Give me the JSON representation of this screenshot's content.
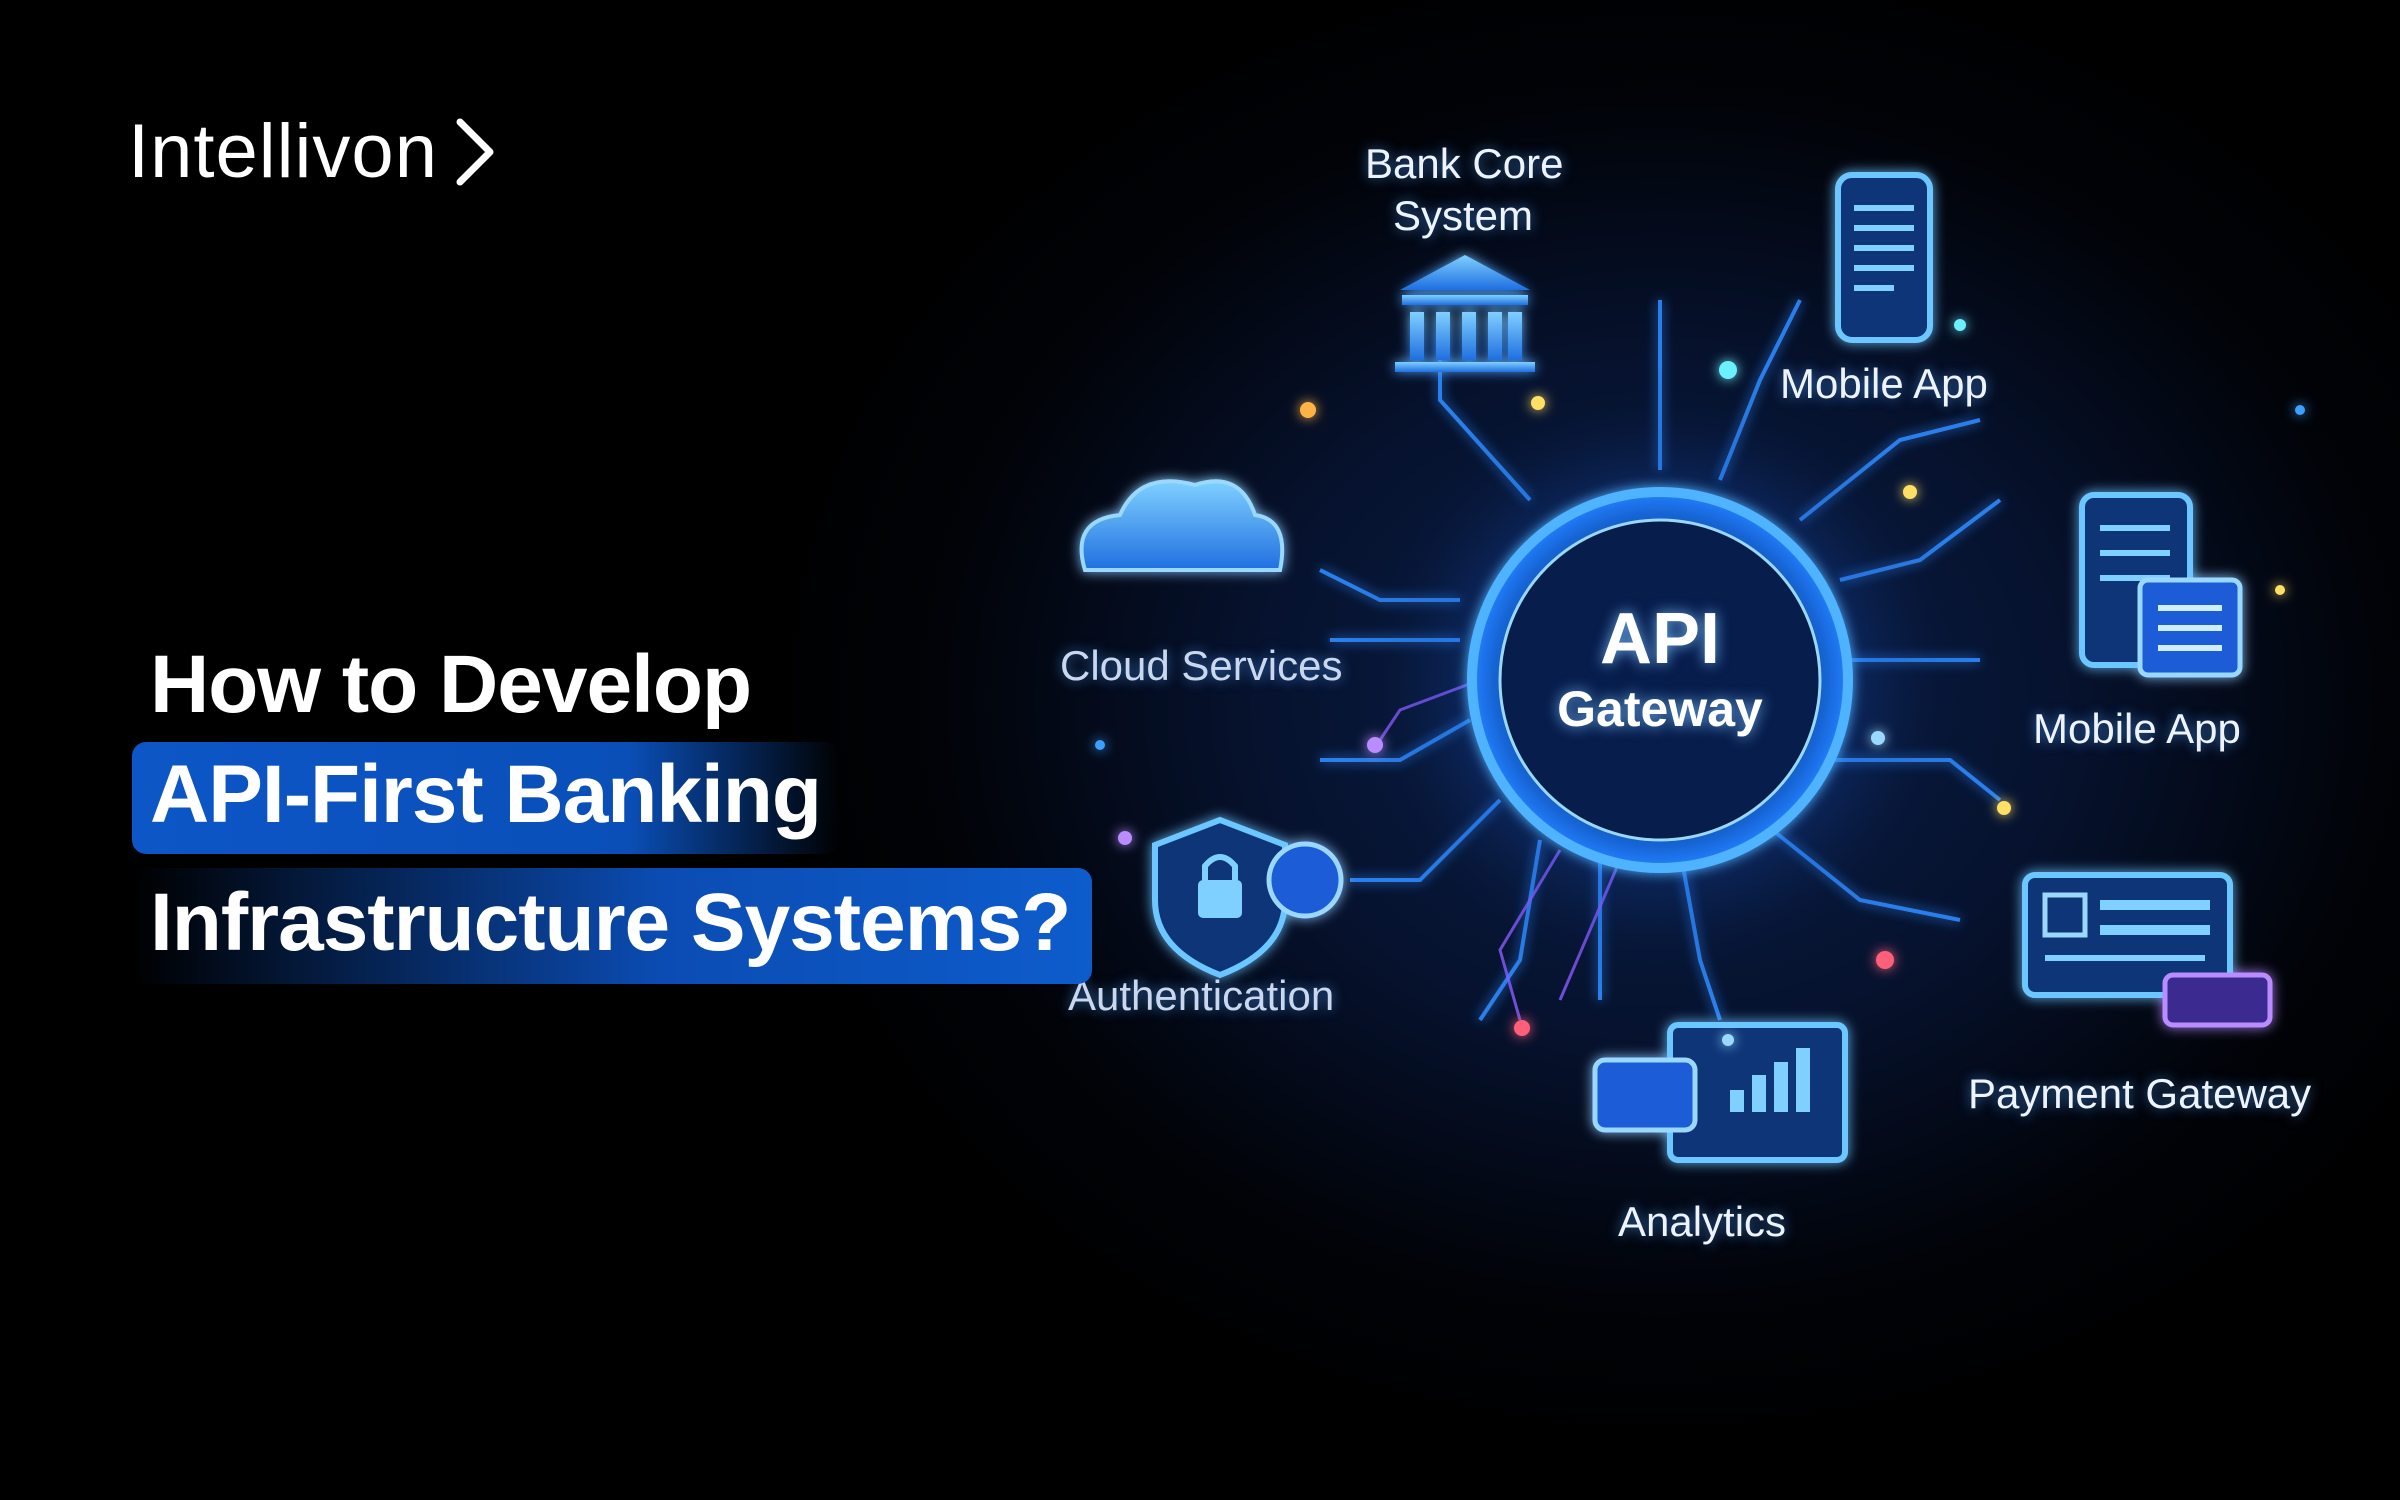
{
  "brand": {
    "name": "Intellivon",
    "logo_icon": "chevron-right-icon"
  },
  "headline": {
    "line1": "How to Develop",
    "line2": "API-First Banking",
    "line3": "Infrastructure Systems?"
  },
  "diagram": {
    "hub": {
      "title": "API",
      "subtitle": "Gateway"
    },
    "nodes": {
      "bank_core": {
        "line1": "Bank Core",
        "line2": "System",
        "icon": "bank-building-icon"
      },
      "mobile_app_top": {
        "label": "Mobile App",
        "icon": "smartphone-icon"
      },
      "mobile_app_right": {
        "label": "Mobile App",
        "icon": "tablet-document-icon"
      },
      "cloud": {
        "label": "Cloud Services",
        "icon": "cloud-icon"
      },
      "auth": {
        "label": "Authentication",
        "icon": "shield-lock-icon"
      },
      "payment": {
        "label": "Payment Gateway",
        "icon": "payment-card-icon"
      },
      "analytics": {
        "label": "Analytics",
        "icon": "analytics-chart-icon"
      }
    }
  },
  "colors": {
    "accent": "#0c56c7",
    "glow": "#3aa0ff",
    "background": "#000000"
  }
}
